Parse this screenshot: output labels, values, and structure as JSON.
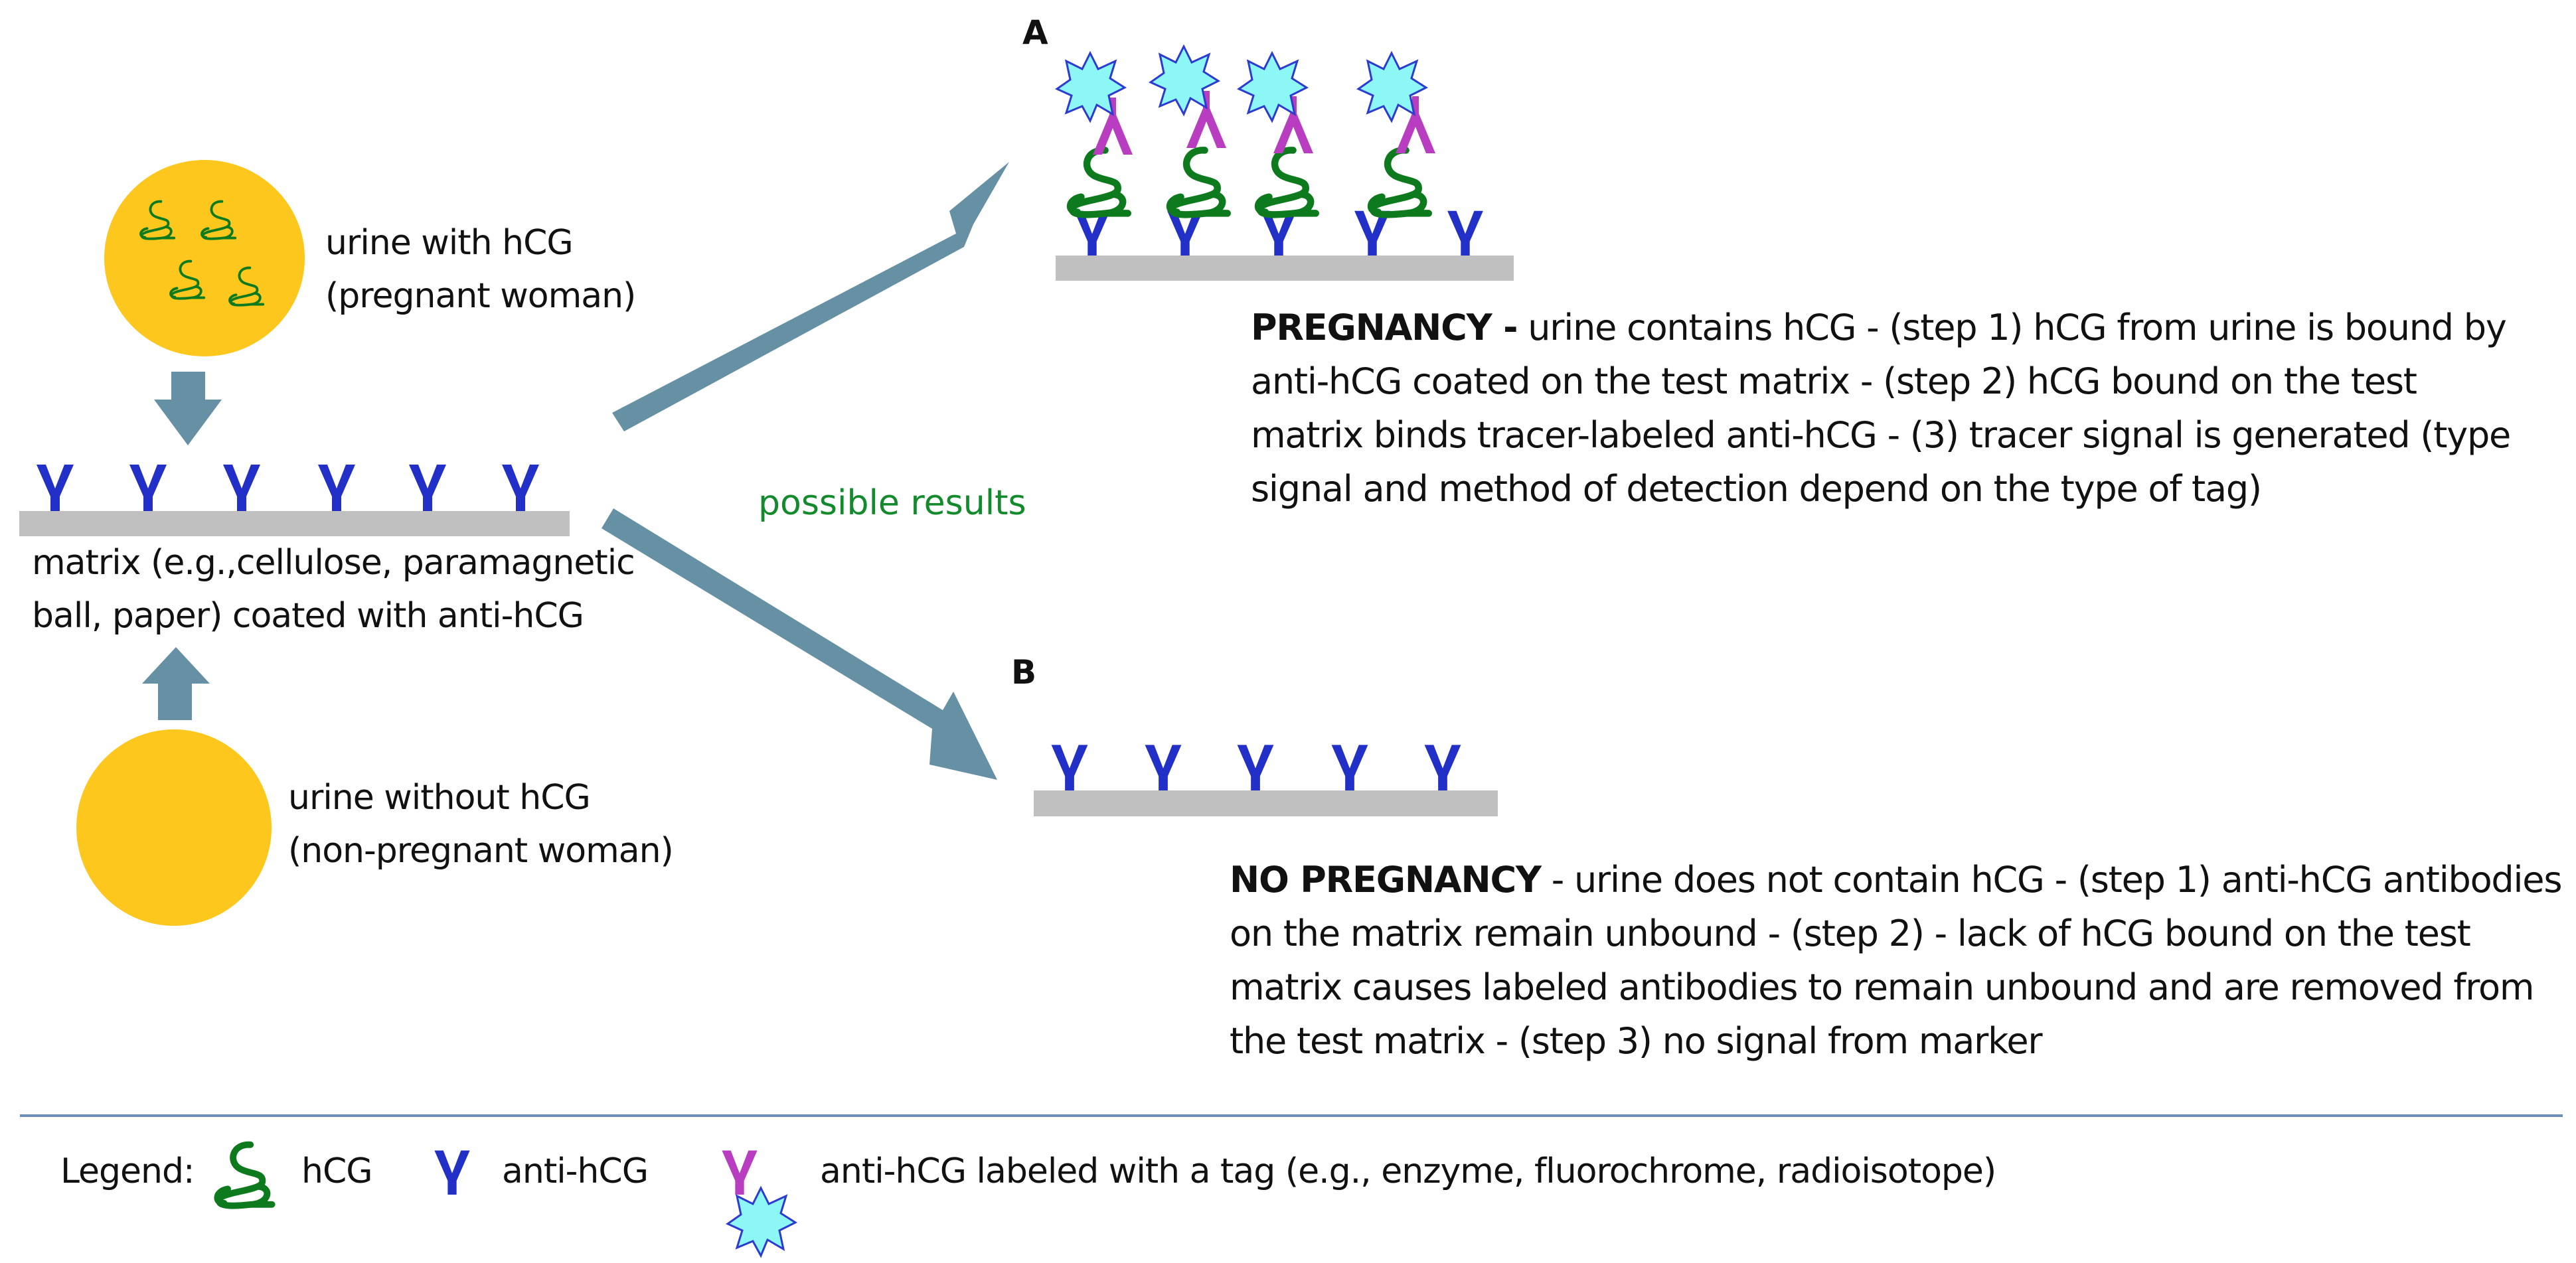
{
  "colors": {
    "urine": "#FDC71E",
    "arrow": "#6690A3",
    "antibody": "#2230C8",
    "labeled_antibody": "#B83DC0",
    "hcg": "#0E7A1E",
    "tag_fill": "#8CF7F5",
    "tag_stroke": "#2D3BD0",
    "matrix": "#C0C0C0",
    "legend_rule": "#6E8FBD",
    "possible_results": "#138A2C"
  },
  "left": {
    "urine_pregnant": {
      "line1": "urine with hCG",
      "line2": "(pregnant woman)",
      "hcg_count": 4
    },
    "matrix": {
      "line1": "matrix (e.g.,cellulose, paramagnetic",
      "line2": "ball, paper) coated with anti-hCG",
      "antibody_count": 6
    },
    "urine_nonpregnant": {
      "line1": "urine without hCG",
      "line2": "(non-pregnant woman)"
    }
  },
  "center": {
    "possible_results": "possible results"
  },
  "panel_a": {
    "label": "A",
    "antibody_count": 5,
    "bound_complex_count": 4,
    "title": "PREGNANCY -",
    "lines": [
      " urine contains hCG - (step 1) hCG from urine is bound by",
      "anti-hCG coated on the test matrix - (step 2) hCG bound on the test",
      "matrix binds tracer-labeled anti-hCG - (3) tracer signal is generated (type",
      "signal and method of detection depend on the type of tag)"
    ]
  },
  "panel_b": {
    "label": "B",
    "antibody_count": 5,
    "title": "NO PREGNANCY",
    "lines": [
      " - urine does not contain hCG - (step 1) anti-hCG antibodies",
      "on the matrix remain unbound - (step 2) - lack of hCG bound on the test",
      "matrix causes labeled antibodies to remain unbound and are removed from",
      "the test matrix - (step 3) no signal from marker"
    ]
  },
  "legend": {
    "title": "Legend:",
    "items": [
      {
        "icon": "hcg-coil-icon",
        "label": "hCG"
      },
      {
        "icon": "antibody-icon",
        "label": "anti-hCG"
      },
      {
        "icon": "labeled-antibody-icon",
        "label": "anti-hCG labeled with a tag (e.g., enzyme, fluorochrome, radioisotope)"
      }
    ]
  }
}
